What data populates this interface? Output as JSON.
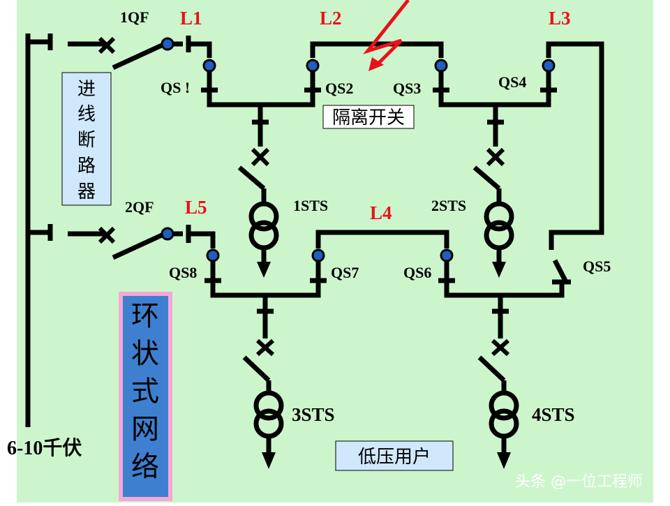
{
  "labels": {
    "qf1": "1QF",
    "qf2": "2QF",
    "l1": "L1",
    "l2": "L2",
    "l3": "L3",
    "l4": "L4",
    "l5": "L5",
    "qs1": "QS !",
    "qs2": "QS2",
    "qs3": "QS3",
    "qs4": "QS4",
    "qs5": "QS5",
    "qs6": "QS6",
    "qs7": "QS7",
    "qs8": "QS8",
    "sts1": "1STS",
    "sts2": "2STS",
    "sts3": "3STS",
    "sts4": "4STS",
    "voltage": "6-10千伏"
  },
  "boxes": {
    "incoming_breaker": [
      "进",
      "线",
      "断",
      "路",
      "器"
    ],
    "isolating_switch": "隔离开关",
    "ring_network": [
      "环",
      "状",
      "式",
      "网",
      "络"
    ],
    "low_voltage_users": "低压用户"
  },
  "watermark": "头条 @一位工程师",
  "colors": {
    "background": "#ccf5cc",
    "line": "#000000",
    "label_red": "#e8121b",
    "box_blue": "#cfe8fb",
    "box_ring": "#3f7fcf",
    "box_ring_border": "#f4a8d6",
    "contact_dot": "#1f5fbf"
  }
}
